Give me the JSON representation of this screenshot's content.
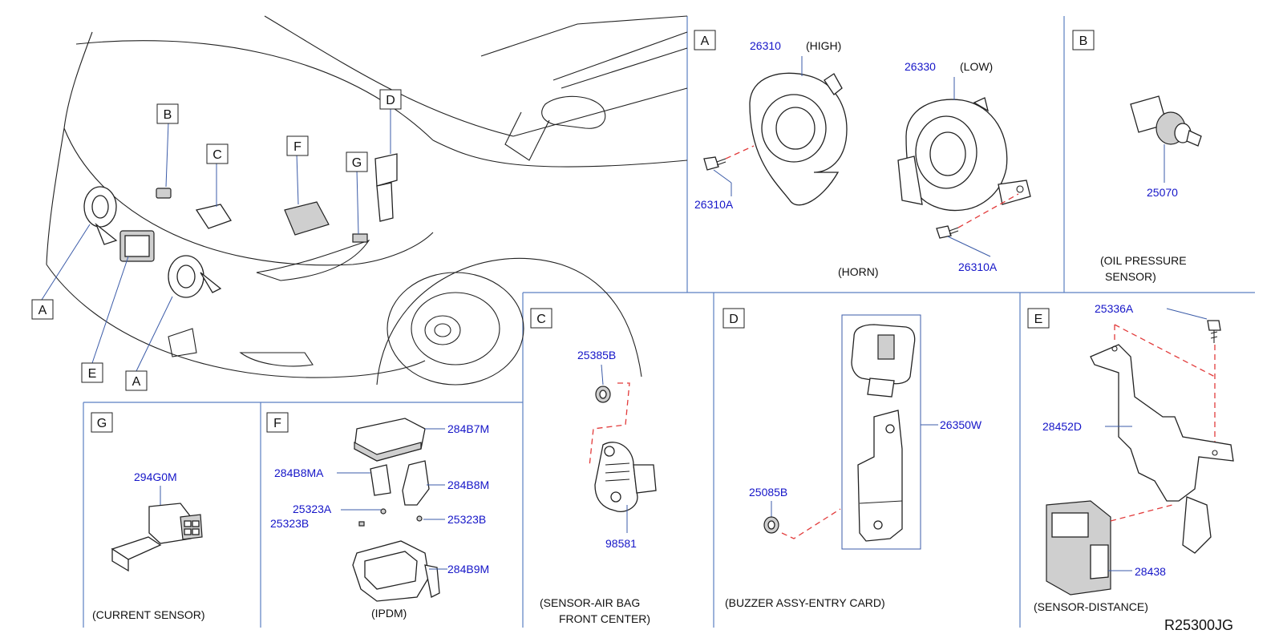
{
  "overview": {
    "callouts": [
      "A",
      "B",
      "C",
      "D",
      "E",
      "F",
      "G",
      "A"
    ]
  },
  "panels": {
    "A": {
      "letter": "A",
      "horn_high_part": "26310",
      "horn_high_label": "(HIGH)",
      "horn_low_part": "26330",
      "horn_low_label": "(LOW)",
      "bolt_left": "26310A",
      "bolt_right": "26310A",
      "caption": "(HORN)"
    },
    "B": {
      "letter": "B",
      "part": "25070",
      "caption_line1": "(OIL   PRESSURE",
      "caption_line2": "SENSOR)"
    },
    "C": {
      "letter": "C",
      "nut": "25385B",
      "sensor": "98581",
      "caption_line1": "(SENSOR-AIR   BAG",
      "caption_line2": "FRONT   CENTER)"
    },
    "D": {
      "letter": "D",
      "buzzer": "26350W",
      "nut": "25085B",
      "caption": "(BUZZER   ASSY-ENTRY   CARD)"
    },
    "E": {
      "letter": "E",
      "bolt": "25336A",
      "bracket": "28452D",
      "sensor": "28438",
      "caption": "(SENSOR-DISTANCE)"
    },
    "F": {
      "letter": "F",
      "cover": "284B7M",
      "bracket_a": "284B8MA",
      "bracket_b": "284B8M",
      "screw_a": "25323A",
      "screw_b_left": "25323B",
      "screw_b_right": "25323B",
      "base": "284B9M",
      "caption": "(IPDM)"
    },
    "G": {
      "letter": "G",
      "part": "294G0M",
      "caption": "(CURRENT   SENSOR)"
    }
  },
  "diagram_code": "R25300JG",
  "colors": {
    "part_number": "#1515c8",
    "leader": "#3b5ba8",
    "dashed_line": "#e23b3b",
    "frame": "#5b7fc2"
  }
}
